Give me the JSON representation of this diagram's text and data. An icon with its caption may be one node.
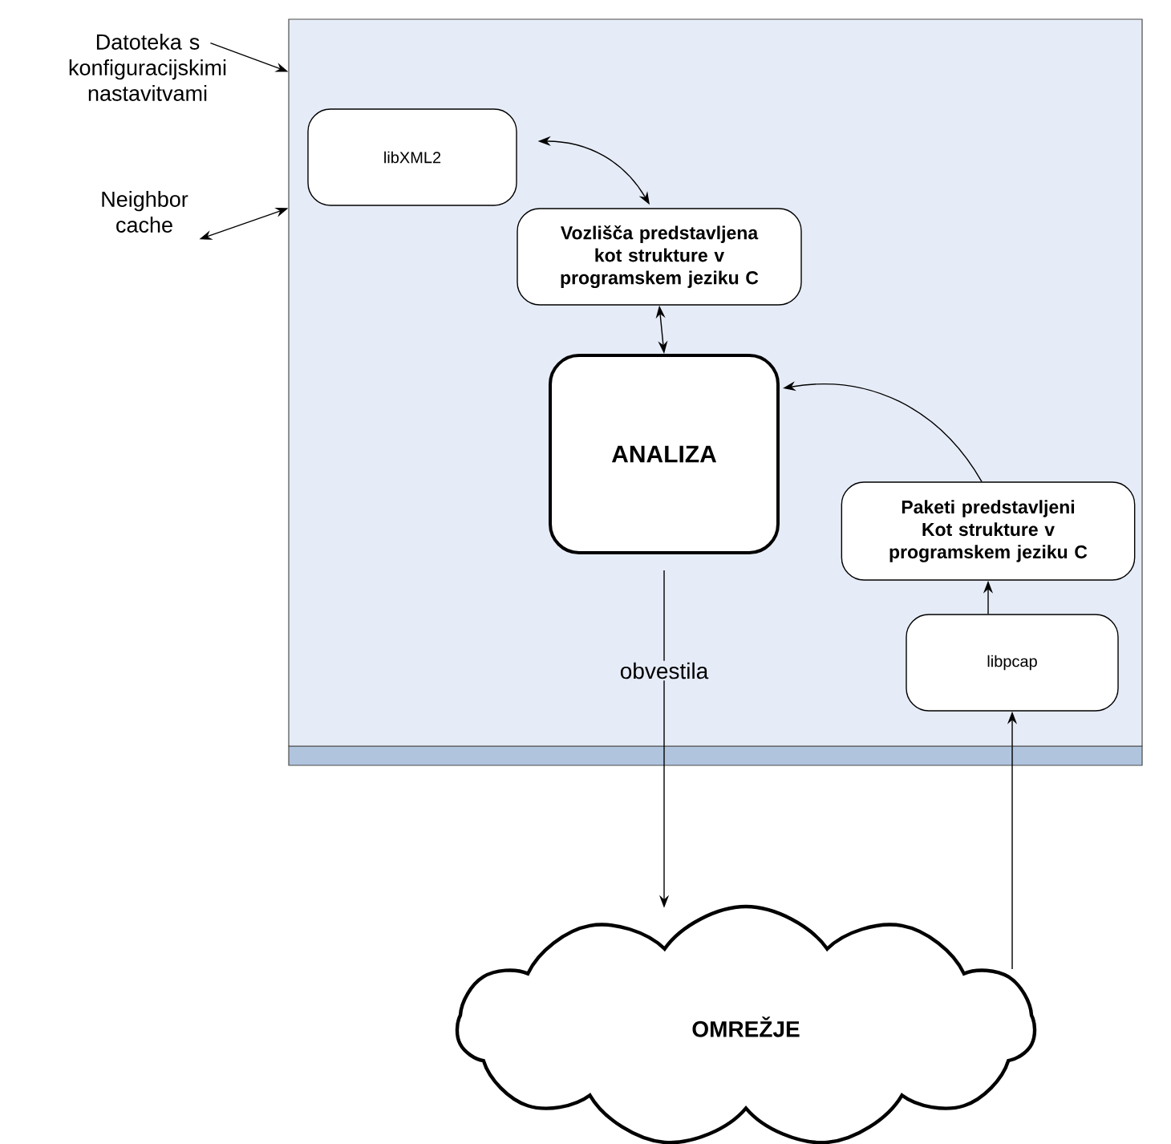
{
  "diagram": {
    "nodes": [
      {
        "text": [],
        "shape": "box"
      },
      {
        "text": [
          "libXML2"
        ],
        "in": 0
      },
      {
        "text": [
          "Vozlišča predstavljena kot strukture v programskem jeziku C"
        ],
        "in": 0
      },
      {
        "text": [
          "ANALIZA"
        ],
        "in": 0
      },
      {
        "text": [
          "Paketi predstavljeni Kot strukture v programskem jeziku C"
        ],
        "in": 0
      },
      {
        "text": [
          "libpcap"
        ],
        "in": 0
      },
      {
        "text": [
          "OMREŽJE"
        ]
      },
      {
        "text": [
          "Datoteka s konfiguracijskimi nastavitvami"
        ]
      },
      {
        "text": [
          "Neighbor cache"
        ]
      }
    ],
    "edges": [
      {
        "from": 7,
        "to": 0,
        "arrow": "to"
      },
      {
        "from": 8,
        "to": 0,
        "arrow": "both"
      },
      {
        "from": 1,
        "to": 2,
        "arrow": "both"
      },
      {
        "from": 2,
        "to": 3,
        "arrow": "both"
      },
      {
        "from": 4,
        "to": 3,
        "arrow": "to"
      },
      {
        "from": 5,
        "to": 4,
        "arrow": "to"
      },
      {
        "from": 6,
        "to": 5,
        "arrow": "to"
      },
      {
        "from": 3,
        "to": 6,
        "arrow": "to",
        "label": "obvestila"
      }
    ]
  }
}
